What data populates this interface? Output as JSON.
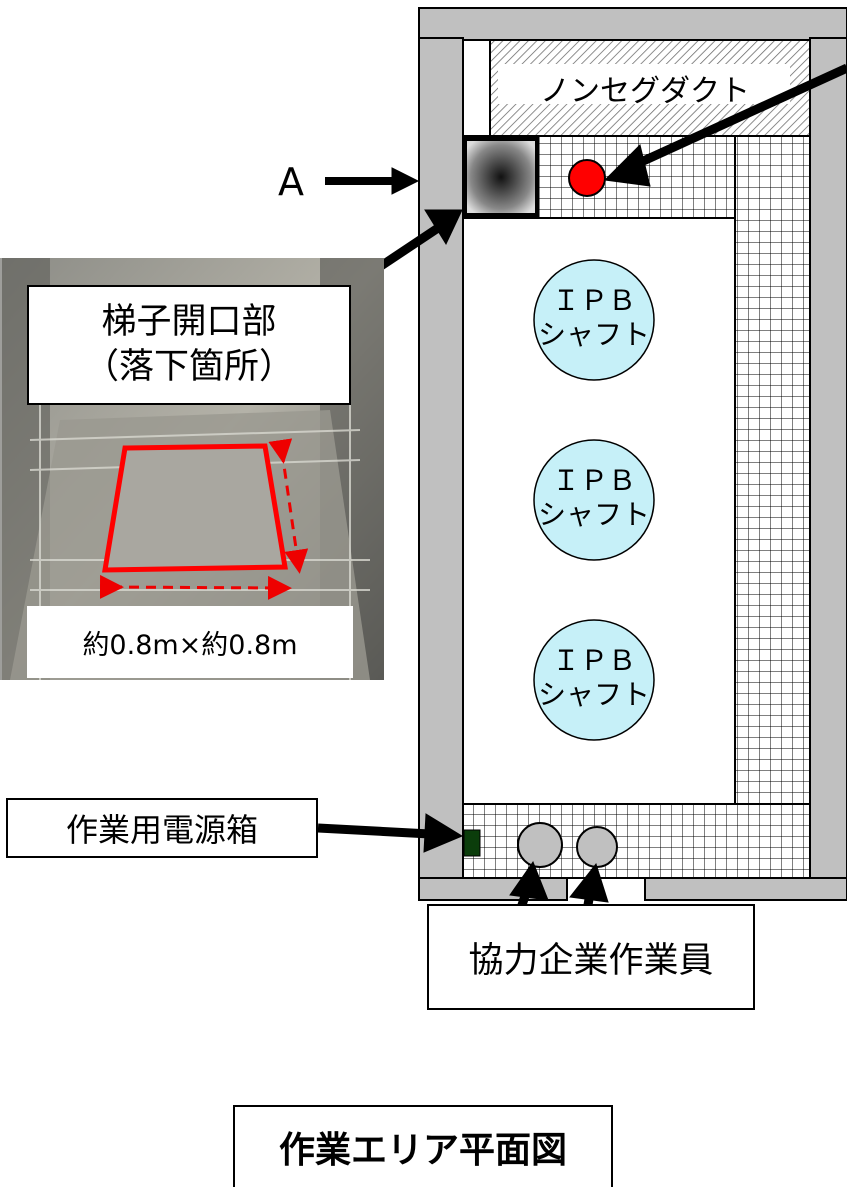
{
  "labels": {
    "duct": "ノンセグダクト",
    "marker_a": "A",
    "ladder_opening_line1": "梯子開口部",
    "ladder_opening_line2": "（落下箇所）",
    "opening_size": "約0.8m×約0.8m",
    "power_box": "作業用電源箱",
    "workers": "協力企業作業員",
    "title": "作業エリア平面図"
  },
  "shafts": [
    {
      "line1": "ＩＰＢ",
      "line2": "シャフト"
    },
    {
      "line1": "ＩＰＢ",
      "line2": "シャフト"
    },
    {
      "line1": "ＩＰＢ",
      "line2": "シャフト"
    }
  ],
  "colors": {
    "wall": "#c0c0c0",
    "shaft_fill": "#c6f0f8",
    "worker_fill": "#c0c0c0",
    "fall_point": "#ff0000",
    "power_box": "#0b3d0b",
    "opening_outline": "#ff0000"
  }
}
